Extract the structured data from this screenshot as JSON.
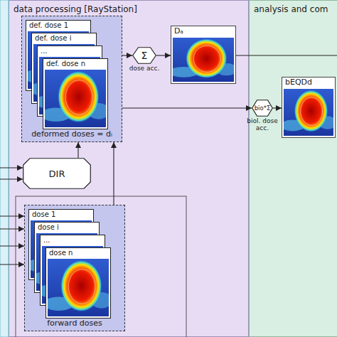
{
  "diagram": {
    "nodes": [
      {
        "text": [
          "data processing [RayStation]"
        ]
      },
      {
        "text": [
          "analysis and com"
        ]
      },
      {
        "text": [
          "deformed doses = dᵢ"
        ],
        "in": 0
      },
      {
        "text": [
          "def. dose 1"
        ],
        "in": 2
      },
      {
        "text": [
          "def. dose i"
        ],
        "in": 2
      },
      {
        "text": [
          "..."
        ],
        "in": 2
      },
      {
        "text": [
          "def. dose n"
        ],
        "in": 2
      },
      {
        "text": [
          "Σ",
          "dose acc."
        ],
        "in": 0
      },
      {
        "text": [
          "Dₐ"
        ],
        "in": 0
      },
      {
        "text": [
          "bio*Σ",
          "biol. dose acc."
        ],
        "in": 1
      },
      {
        "text": [
          "bEQDd"
        ],
        "in": 1
      },
      {
        "text": [
          "DIR"
        ],
        "in": 0
      },
      {
        "text": [
          "forward doses"
        ],
        "in": 0
      },
      {
        "text": [
          "dose 1"
        ],
        "in": 12
      },
      {
        "text": [
          "dose i"
        ],
        "in": 12
      },
      {
        "text": [
          "..."
        ],
        "in": 12
      },
      {
        "text": [
          "dose n"
        ],
        "in": 12
      }
    ],
    "edges": [
      {
        "from": 2,
        "to": 7,
        "arrow": "to"
      },
      {
        "from": 7,
        "to": 8,
        "arrow": "to"
      },
      {
        "from": 2,
        "to": 9,
        "arrow": "to"
      },
      {
        "from": 9,
        "to": 10,
        "arrow": "to"
      },
      {
        "from": 11,
        "to": 2,
        "arrow": "to"
      },
      {
        "from": 12,
        "to": 2,
        "arrow": "to"
      }
    ]
  }
}
